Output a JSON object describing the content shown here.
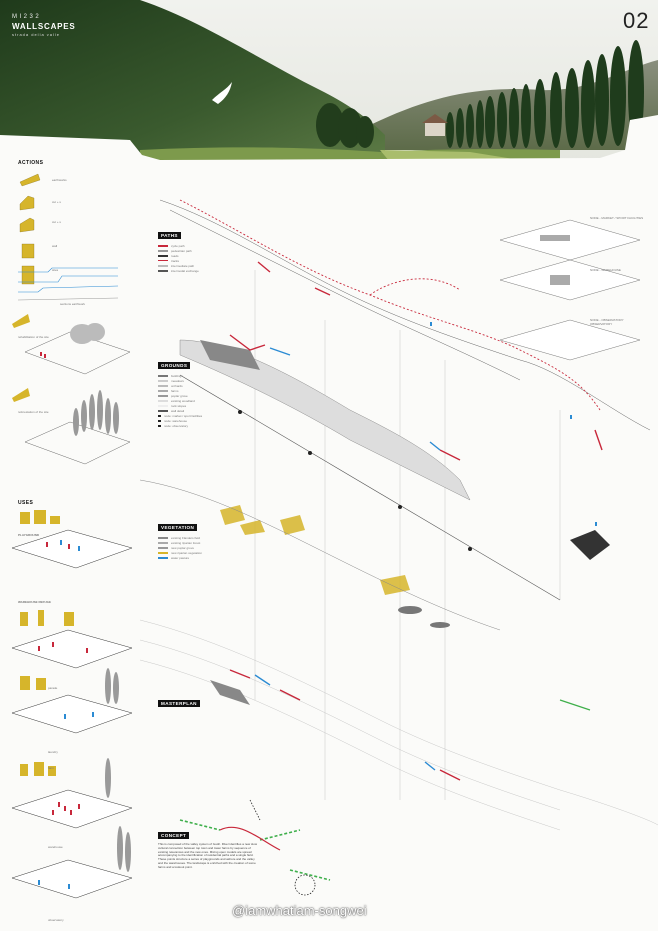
{
  "header": {
    "code": "MI232",
    "title": "WALLSCAPES",
    "subtitle": "strada della valle",
    "sheet_number": "02"
  },
  "left_panel": {
    "actions_title": "ACTIONS",
    "actions_items": [
      "earthworks",
      "cut + s",
      "cut + s",
      "wall",
      "sites"
    ],
    "sections_caption": "sections earthwork",
    "diagram_labels": [
      "rehabilitation of the site",
      "reforestation of the site"
    ],
    "uses_title": "USES",
    "playground_label": "PLAYGROUND",
    "warehouse_label": "WAREHOUSE REFUGE",
    "sub_labels": [
      "parade",
      "laundry",
      "farm",
      "warehouse",
      "observatory"
    ]
  },
  "right_nodes": {
    "node1": "NODE - MARKET / SPORT FACILITIES",
    "node2": "NODE - WAREHOUSE",
    "node3": "NODE - OBSERVATORY OBSERVATORY"
  },
  "layers": {
    "paths": {
      "label": "PATHS",
      "legend": [
        "cycle path",
        "pedestrian path",
        "roads",
        "tracks",
        "intermediate path",
        "intermodal exchange"
      ]
    },
    "grounds": {
      "label": "GROUNDS",
      "legend": [
        "buildings",
        "meadows",
        "orchards",
        "farms",
        "poplar grove",
        "existing woodland",
        "rock slopes",
        "wall detail",
        "node: market / sport facilities",
        "node: warehouse",
        "node: observatory"
      ]
    },
    "vegetation": {
      "label": "VEGETATION",
      "legend": [
        "existing Flanders field",
        "existing riparian forest",
        "new poplar grove",
        "new riparian vegetation",
        "water pasture"
      ]
    },
    "masterplan": {
      "label": "MASTERPLAN"
    },
    "concept": {
      "label": "CONCEPT",
      "text": "This is composed of the valley system of Gudri. River identifies a new slow cultural connection between top town and lower farms by sequence of existing relevances and the new ones. Mixing open models are spread accompanying to the identification of residential paths and a single field. These points structure a series of playgrounds and ashore and the valley and the warehouses. The landscape is enriched with the creation of some farms and a lookout point."
    }
  },
  "watermark": "@iamwhatiam-songwei",
  "colors": {
    "accent_yellow": "#d6b52b",
    "accent_red": "#c8283b",
    "accent_blue": "#2b8bd3",
    "accent_green": "#3eaf4b",
    "sky": "#e9ebe4",
    "forest": "#2e4a24"
  }
}
